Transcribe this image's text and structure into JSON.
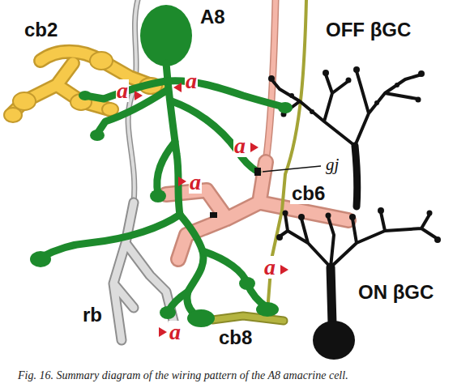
{
  "diagram": {
    "caption": "Fig. 16. Summary diagram of the wiring pattern of the A8 amacrine cell.",
    "labels": [
      "cb2",
      "A8",
      "a",
      "a",
      "OFF βGC",
      "a",
      "gj",
      "a",
      "cb6",
      "rb",
      "a",
      "ON βGC",
      "a",
      "cb8"
    ]
  }
}
